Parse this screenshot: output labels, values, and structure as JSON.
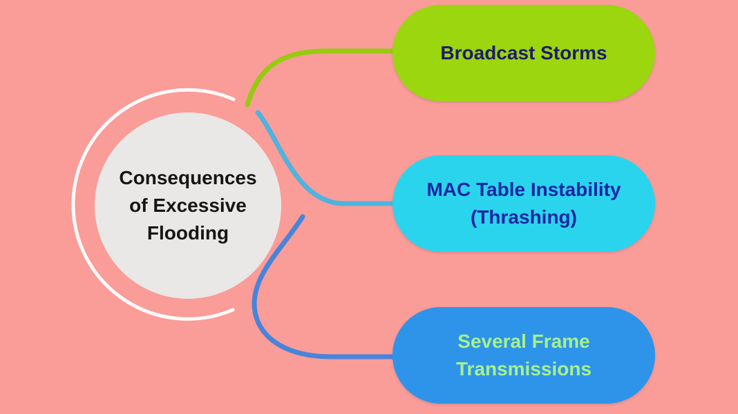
{
  "diagram": {
    "type": "mindmap",
    "center": {
      "label": "Consequences of Excessive Flooding"
    },
    "branches": [
      {
        "label": "Broadcast Storms",
        "fill": "#9BD60E",
        "text_color": "#201A6E",
        "connector_color": "#95CC0D"
      },
      {
        "label": "MAC Table Instability (Thrashing)",
        "fill": "#2BD4ED",
        "text_color": "#1726A4",
        "connector_color": "#4FB3DE"
      },
      {
        "label": "Several Frame Transmissions",
        "fill": "#2E94E9",
        "text_color": "#A6F18D",
        "connector_color": "#4784DB"
      }
    ],
    "colors": {
      "background": "#FA9C98",
      "center_fill": "#E9E8E7",
      "center_text": "#151515",
      "ring": "#FFFFFF"
    }
  }
}
